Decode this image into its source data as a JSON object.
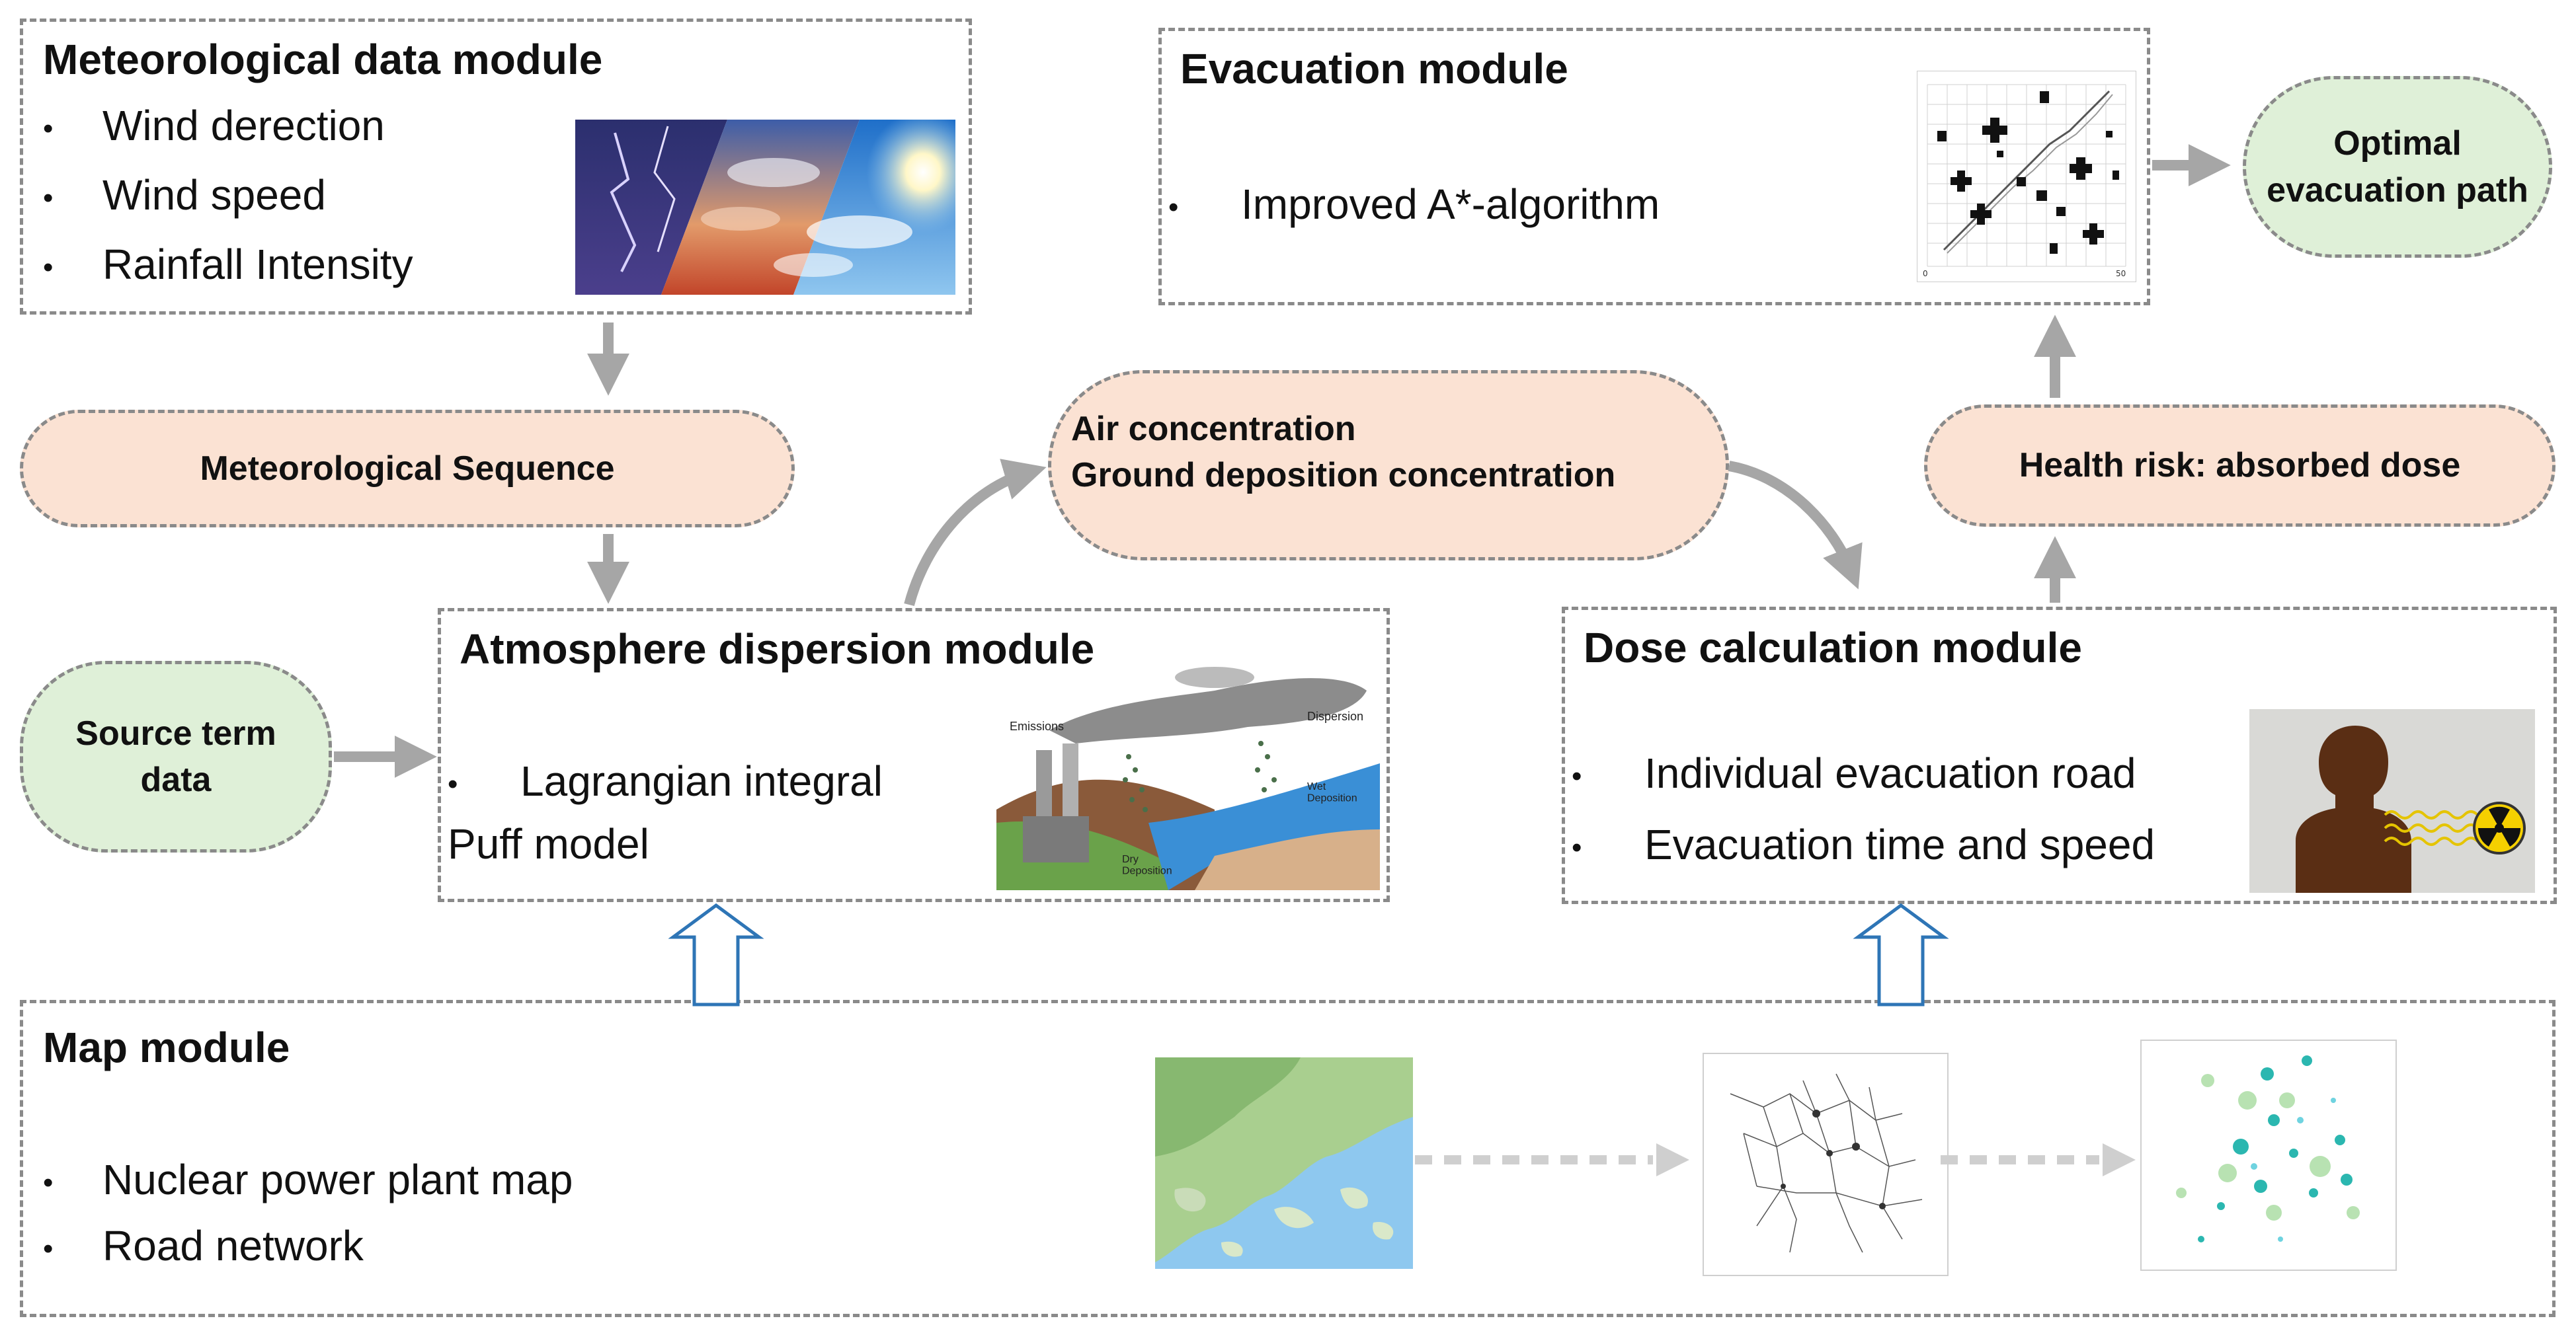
{
  "meteorological": {
    "title": "Meteorological data module",
    "items": [
      "Wind derection",
      "Wind speed",
      "Rainfall Intensity"
    ]
  },
  "evacuation": {
    "title": "Evacuation module",
    "items": [
      "Improved A*-algorithm"
    ]
  },
  "optimal_path": "Optimal\nevacuation path",
  "met_sequence": "Meteorological Sequence",
  "air_concentration": "Air concentration\nGround deposition concentration",
  "health_risk": "Health risk:  absorbed dose",
  "atmosphere": {
    "title": "Atmosphere dispersion module",
    "line1": "Lagrangian integral",
    "line2": "Puff model",
    "image_labels": {
      "emissions": "Emissions",
      "dispersion": "Dispersion",
      "wet": "Wet\nDeposition",
      "dry": "Dry\nDeposition"
    }
  },
  "source_term": "Source term\ndata",
  "dose": {
    "title": "Dose calculation module",
    "items": [
      "Individual evacuation road",
      "Evacuation time and speed"
    ]
  },
  "map": {
    "title": "Map module",
    "items": [
      "Nuclear power plant map",
      "Road network"
    ]
  },
  "colors": {
    "box_border": "#8a8a8a",
    "pill_orange": "#fbe2d3",
    "pill_green": "#dff0d8",
    "arrow_gray": "#a6a6a6",
    "arrow_blue": "#2e75b6"
  },
  "icons": {
    "weather_image": "weather-photo",
    "grid_path_image": "astar-grid-plot",
    "dispersion_image": "dispersion-diagram",
    "radiation_image": "human-radiation-photo",
    "map_images": [
      "coastal-map",
      "road-network-map",
      "dose-map"
    ]
  }
}
